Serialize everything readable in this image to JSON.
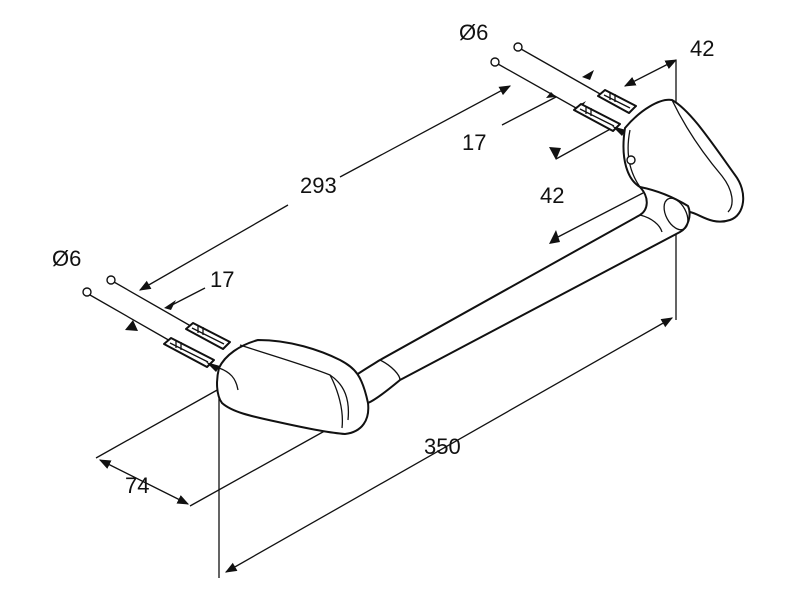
{
  "dimensions": {
    "hole_diameter_right": "Ø6",
    "hole_diameter_left": "Ø6",
    "bracket_depth_top": "42",
    "hole_spacing_right": "17",
    "hole_spacing_left": "17",
    "center_distance": "293",
    "bar_height": "42",
    "overall_length": "350",
    "projection": "74"
  }
}
